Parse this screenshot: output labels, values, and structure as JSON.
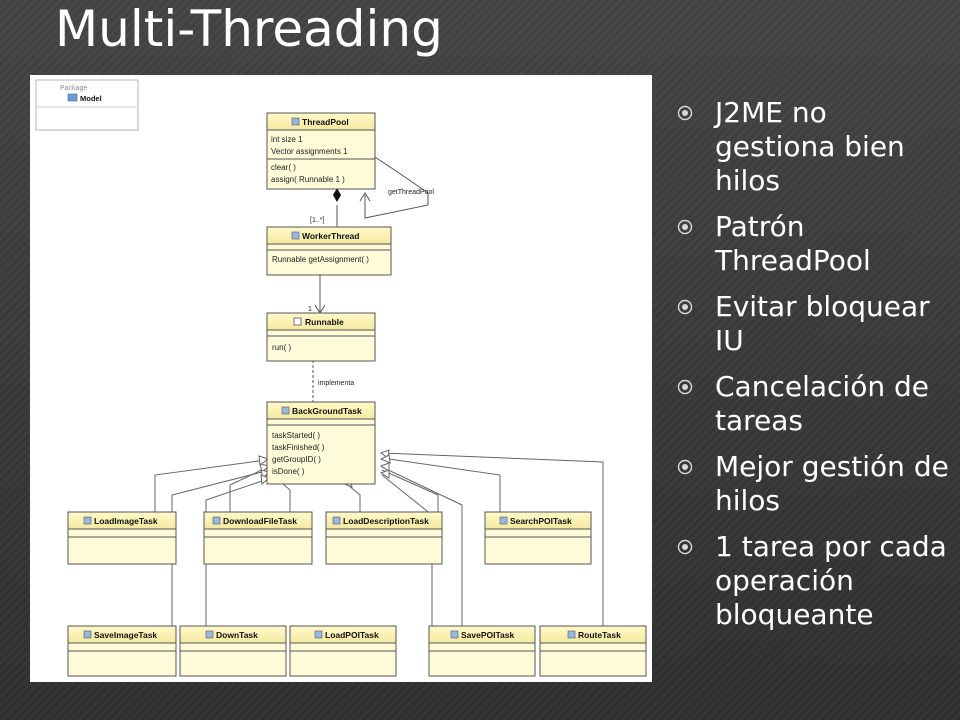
{
  "slide": {
    "title": "Multi-Threading",
    "bullets": [
      "J2ME no gestiona bien hilos",
      "Patrón ThreadPool",
      "Evitar bloquear IU",
      "Cancelación de tareas",
      "Mejor gestión de hilos",
      "1 tarea por cada operación bloqueante"
    ]
  },
  "diagram": {
    "package": {
      "label": "Package",
      "name": "Model"
    },
    "classes": {
      "threadpool": {
        "name": "ThreadPool",
        "attributes": [
          "int size 1",
          "Vector assignments 1"
        ],
        "methods": [
          "clear( )",
          "assign( Runnable 1 )"
        ]
      },
      "workerthread": {
        "name": "WorkerThread",
        "methods": [
          "Runnable getAssignment( )"
        ]
      },
      "runnable": {
        "name": "Runnable",
        "methods": [
          "run( )"
        ]
      },
      "backgroundtask": {
        "name": "BackGroundTask",
        "methods": [
          "taskStarted( )",
          "taskFinished( )",
          "getGroupID( )",
          "isDone( )"
        ]
      },
      "loadimagetask": {
        "name": "LoadImageTask"
      },
      "downloadfiletask": {
        "name": "DownloadFileTask"
      },
      "loaddescriptiontask": {
        "name": "LoadDescriptionTask"
      },
      "searchpoitask": {
        "name": "SearchPOITask"
      },
      "saveimagetask": {
        "name": "SaveImageTask"
      },
      "downtask": {
        "name": "DownTask"
      },
      "loadpoitask": {
        "name": "LoadPOITask"
      },
      "savepoitask": {
        "name": "SavePOITask"
      },
      "routetask": {
        "name": "RouteTask"
      }
    },
    "labels": {
      "self_assoc": "getThreadPool",
      "mult_many": "[1..*]",
      "mult_one": "1",
      "implementa": "implementa"
    }
  }
}
